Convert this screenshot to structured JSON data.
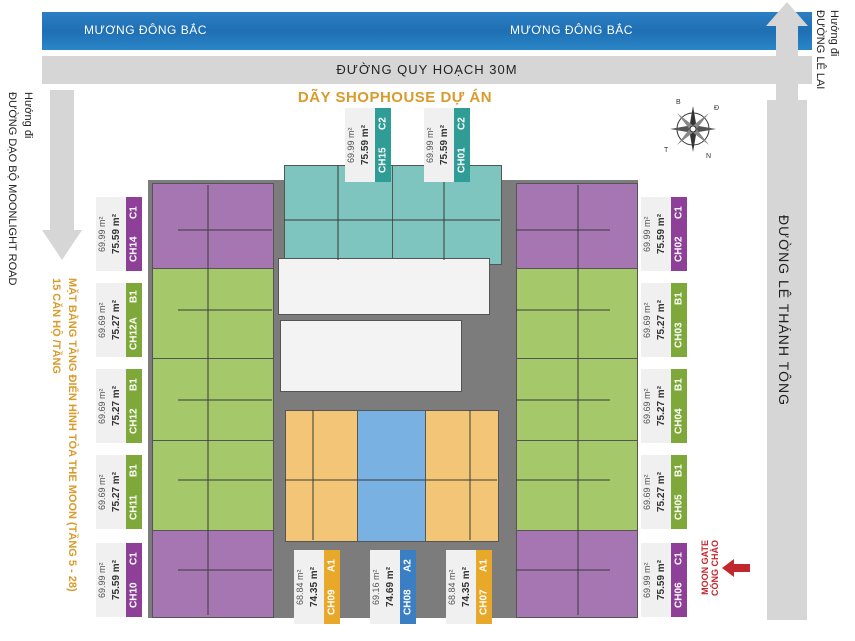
{
  "river": {
    "label_left": "MƯƠNG ĐÔNG BẮC",
    "label_right": "MƯƠNG ĐÔNG BẮC"
  },
  "road_top": {
    "label": "ĐƯỜNG QUY HOẠCH 30M"
  },
  "shophouse": {
    "label": "DÃY SHOPHOUSE DỰ ÁN"
  },
  "road_right": {
    "label": "ĐƯỜNG LÊ THÁNH TÔNG"
  },
  "top_right_note": {
    "line1": "Hướng đi",
    "line2": "ĐƯỜNG LÊ LAI"
  },
  "left_note": {
    "line1": "Hướng đi",
    "line2": "ĐƯỜNG DẠO BỘ MOONLIGHT ROAD"
  },
  "plan_title": {
    "line1": "MẶT BẰNG TẦNG ĐIỂN HÌNH TÒA THE MOON (TẦNG 5 - 28)",
    "line2": "15 CĂN HỘ /TẦNG"
  },
  "gate": {
    "line1": "CỔNG CHÀO",
    "line2": "MOON GATE"
  },
  "colors": {
    "C1": "#8e3f98",
    "B1": "#7ea93a",
    "C2": "#2f9c95",
    "A1": "#e8a92a",
    "A2": "#3a7fc3"
  },
  "units": [
    {
      "id": "CH15",
      "type": "C2",
      "area1": "75.59 m²",
      "area2": "69.99 m²"
    },
    {
      "id": "CH01",
      "type": "C2",
      "area1": "75.59 m²",
      "area2": "69.99 m²"
    },
    {
      "id": "CH14",
      "type": "C1",
      "area1": "75.59 m²",
      "area2": "69.99 m²"
    },
    {
      "id": "CH12A",
      "type": "B1",
      "area1": "75.27 m²",
      "area2": "69.69 m²"
    },
    {
      "id": "CH12",
      "type": "B1",
      "area1": "75.27 m²",
      "area2": "69.69 m²"
    },
    {
      "id": "CH11",
      "type": "B1",
      "area1": "75.27 m²",
      "area2": "69.69 m²"
    },
    {
      "id": "CH10",
      "type": "C1",
      "area1": "75.59 m²",
      "area2": "69.99 m²"
    },
    {
      "id": "CH02",
      "type": "C1",
      "area1": "75.59 m²",
      "area2": "69.99 m²"
    },
    {
      "id": "CH03",
      "type": "B1",
      "area1": "75.27 m²",
      "area2": "69.69 m²"
    },
    {
      "id": "CH04",
      "type": "B1",
      "area1": "75.27 m²",
      "area2": "69.69 m²"
    },
    {
      "id": "CH05",
      "type": "B1",
      "area1": "75.27 m²",
      "area2": "69.69 m²"
    },
    {
      "id": "CH06",
      "type": "C1",
      "area1": "75.59 m²",
      "area2": "69.99 m²"
    },
    {
      "id": "CH09",
      "type": "A1",
      "area1": "74.35 m²",
      "area2": "68.84 m²"
    },
    {
      "id": "CH08",
      "type": "A2",
      "area1": "74.69 m²",
      "area2": "69.16 m²"
    },
    {
      "id": "CH07",
      "type": "A1",
      "area1": "74.35 m²",
      "area2": "68.84 m²"
    }
  ],
  "compass": {
    "labels": [
      "B",
      "Đ",
      "N",
      "T"
    ]
  }
}
